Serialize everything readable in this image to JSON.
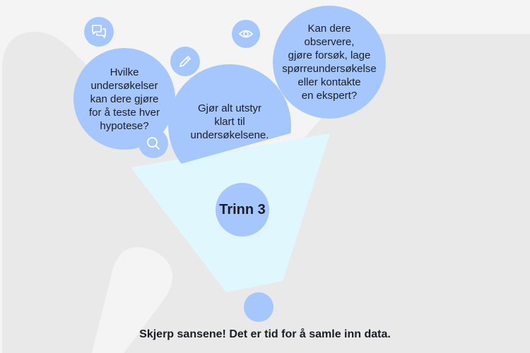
{
  "colors": {
    "background_light": "#f4f4f4",
    "background_gray": "#e9e9e9",
    "bubble": "#a6c7fd",
    "funnel": "#e0f7fd",
    "text": "#1b1d24",
    "icon_stroke": "#ffffff"
  },
  "diagram": {
    "step_title": "Trinn 3",
    "bubbles": [
      {
        "id": "left",
        "text": "Hvilke\nundersøkelser\nkan dere gjøre\nfor å teste hver\nhypotese?"
      },
      {
        "id": "center",
        "text": "Gjør alt utstyr\nklart til\nundersøkelsene."
      },
      {
        "id": "right",
        "text": "Kan dere\nobservere,\ngjøre forsøk, lage\nspørreundersøkelse\neller kontakte\nen ekspert?"
      }
    ],
    "icons": [
      {
        "id": "chat",
        "name": "chat-bubbles-icon"
      },
      {
        "id": "pencil",
        "name": "pencil-icon"
      },
      {
        "id": "eye",
        "name": "eye-icon"
      },
      {
        "id": "search",
        "name": "search-icon"
      }
    ],
    "caption": "Skjerp sansene! Det er tid for å samle inn data."
  }
}
